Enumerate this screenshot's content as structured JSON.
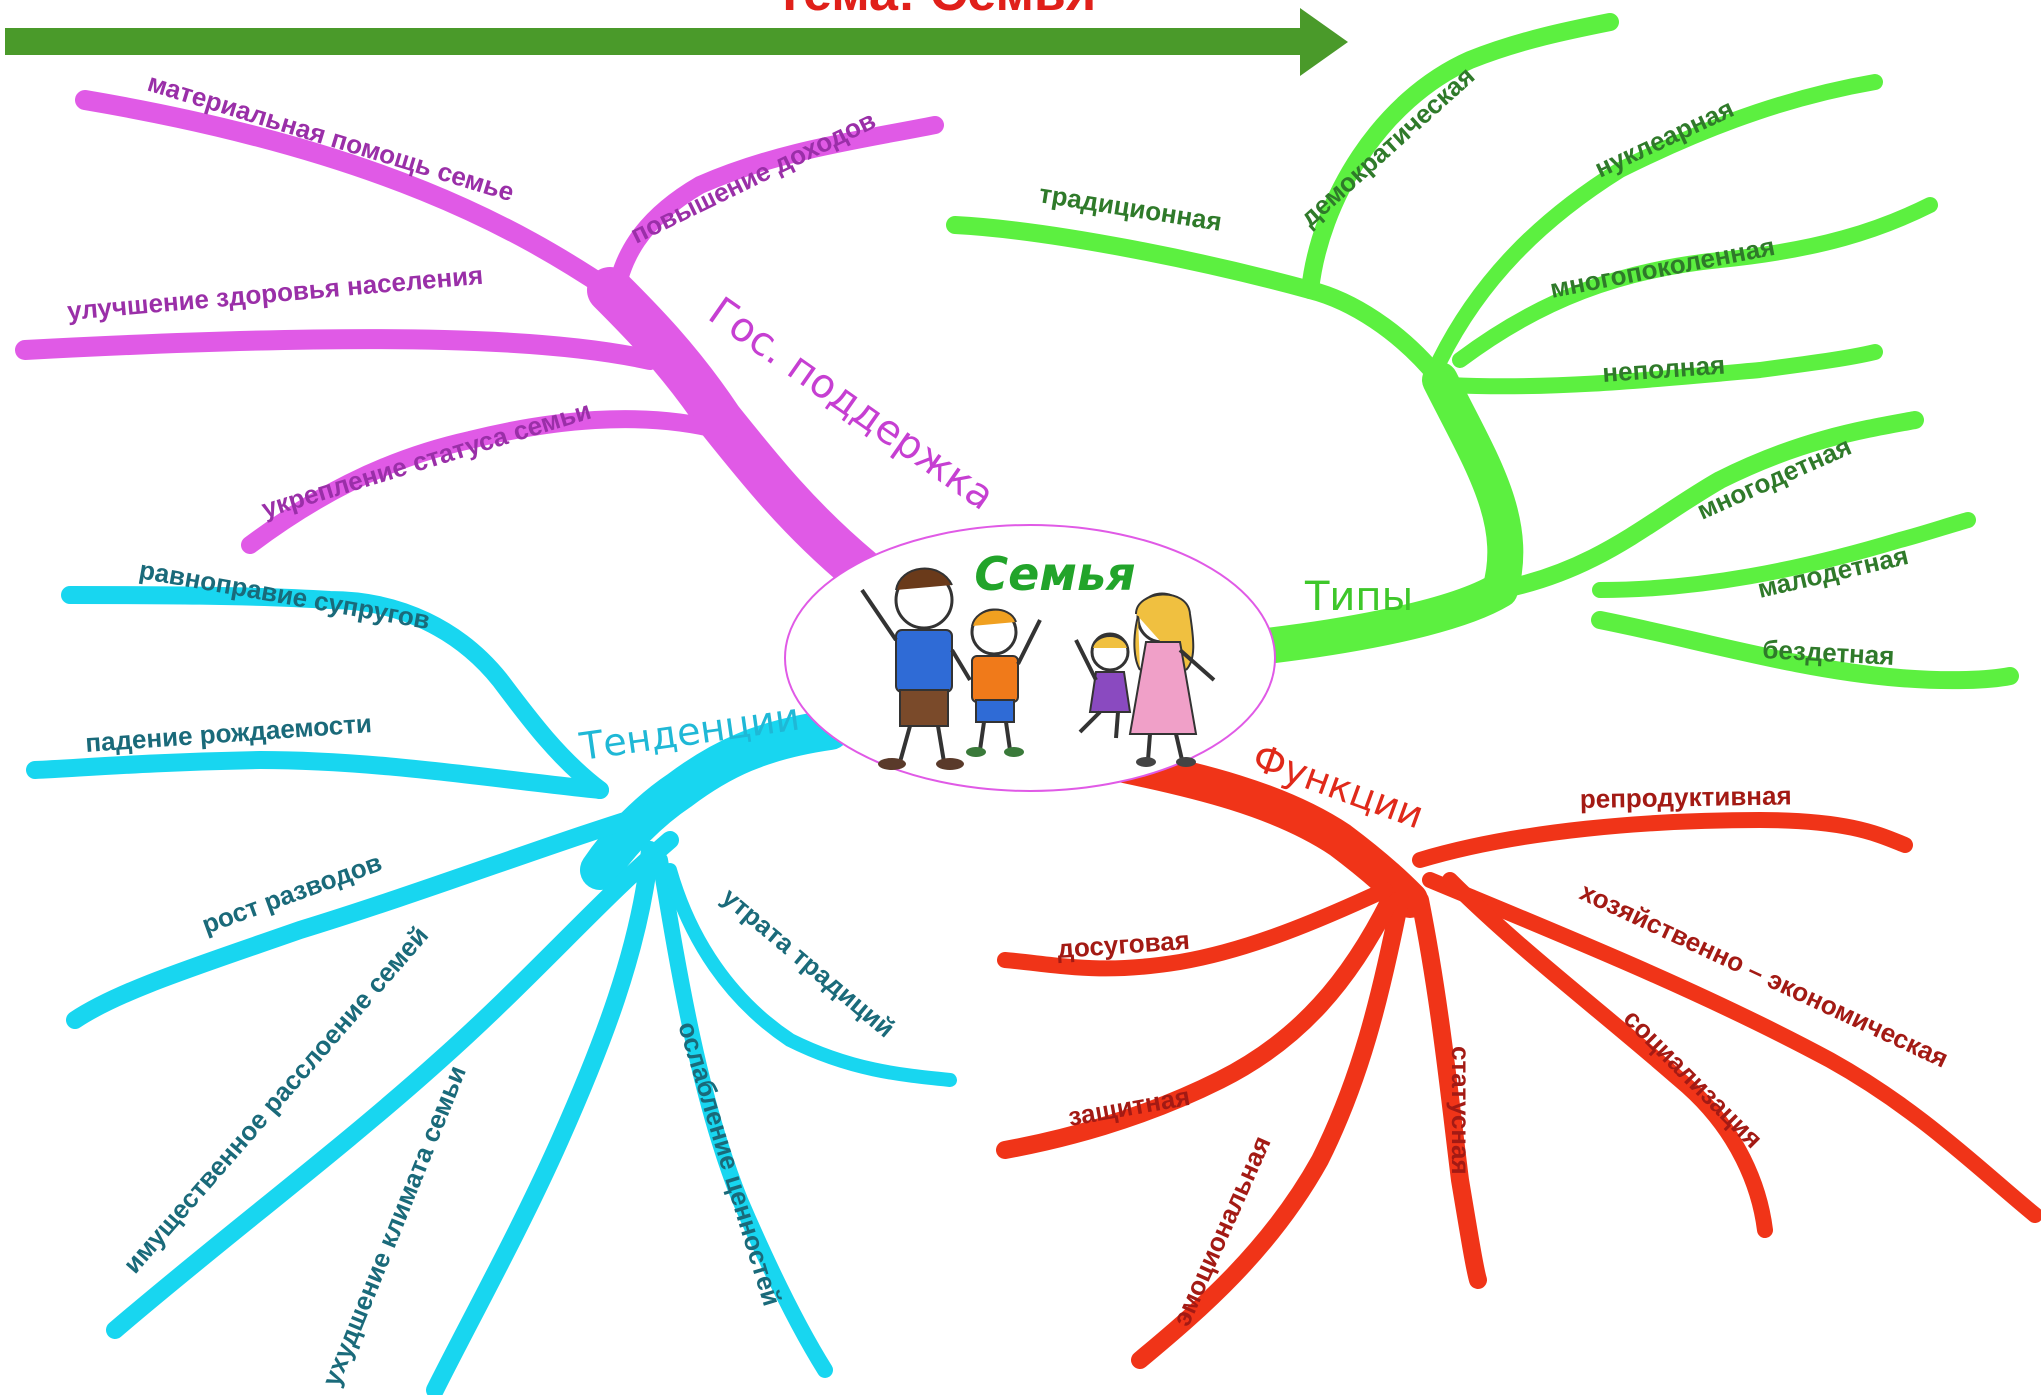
{
  "title": "Тема: Семья",
  "center": {
    "label": "Семья",
    "picture": "family-drawing"
  },
  "colors": {
    "arrow": "#4a9a2a",
    "title": "#e0201a",
    "gos": {
      "branch": "#e05ae6",
      "text": "#9a2fa8",
      "title": "#c63fd2"
    },
    "tipy": {
      "branch": "#5cf040",
      "text": "#2f7a2a",
      "title": "#3ec72a"
    },
    "tend": {
      "branch": "#18d6f0",
      "text": "#1a6a7a",
      "title": "#1fb8d6"
    },
    "func": {
      "branch": "#f03418",
      "text": "#a31a14",
      "title": "#e0291a"
    }
  },
  "branches": {
    "gos": {
      "title": "Гос. поддержка",
      "items": [
        "материальная помощь семье",
        "повышение доходов",
        "улучшение здоровья населения",
        "укрепление статуса семьи"
      ]
    },
    "tipy": {
      "title": "Типы",
      "items": [
        "традиционная",
        "демократическая",
        "нуклеарная",
        "многопоколенная",
        "неполная",
        "многодетная",
        "малодетная",
        "бездетная"
      ]
    },
    "tend": {
      "title": "Тенденции",
      "items": [
        "равноправие супругов",
        "падение рождаемости",
        "рост разводов",
        "имущественное расслоение семей",
        "ухудшение климата семьи",
        "ослабление ценностей",
        "утрата традиций"
      ]
    },
    "func": {
      "title": "Функции",
      "items": [
        "репродуктивная",
        "хозяйственно – экономическая",
        "социализация",
        "статусная",
        "эмоциональная",
        "защитная",
        "досуговая"
      ]
    }
  }
}
